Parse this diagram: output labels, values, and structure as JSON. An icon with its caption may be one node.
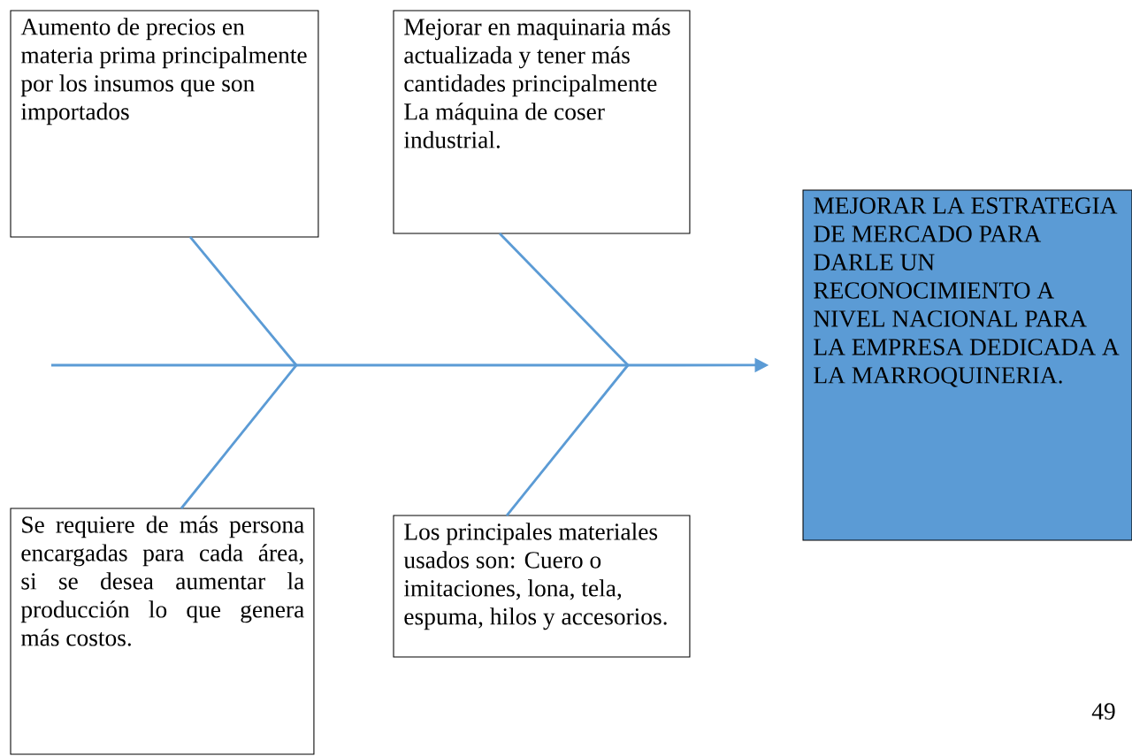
{
  "diagram": {
    "nodes": [
      {
        "text": [
          "Aumento de precios en materia prima principalmente por los insumos que son importados"
        ]
      },
      {
        "text": [
          "Mejorar en maquinaria más actualizada y tener más cantidades principalmente La máquina de coser industrial."
        ]
      },
      {
        "text": [
          "Se requiere de más persona encargadas para cada área, si se desea aumentar la producción lo que genera más costos."
        ]
      },
      {
        "text": [
          "Los principales materiales usados son: Cuero o imitaciones, lona, tela, espuma, hilos y accesorios."
        ]
      },
      {
        "text": [
          "MEJORAR LA ESTRATEGIA DE MERCADO PARA DARLE UN RECONOCIMIENTO A NIVEL NACIONAL PARA LA EMPRESA DEDICADA A LA MARROQUINERIA."
        ]
      }
    ],
    "edges": [
      {
        "from": null,
        "to": 4,
        "arrow": "to"
      },
      {
        "from": 0,
        "to": null,
        "arrow": "none"
      },
      {
        "from": 1,
        "to": null,
        "arrow": "none"
      },
      {
        "from": 2,
        "to": null,
        "arrow": "none"
      },
      {
        "from": 3,
        "to": null,
        "arrow": "none"
      }
    ],
    "labels": [
      "49"
    ]
  }
}
